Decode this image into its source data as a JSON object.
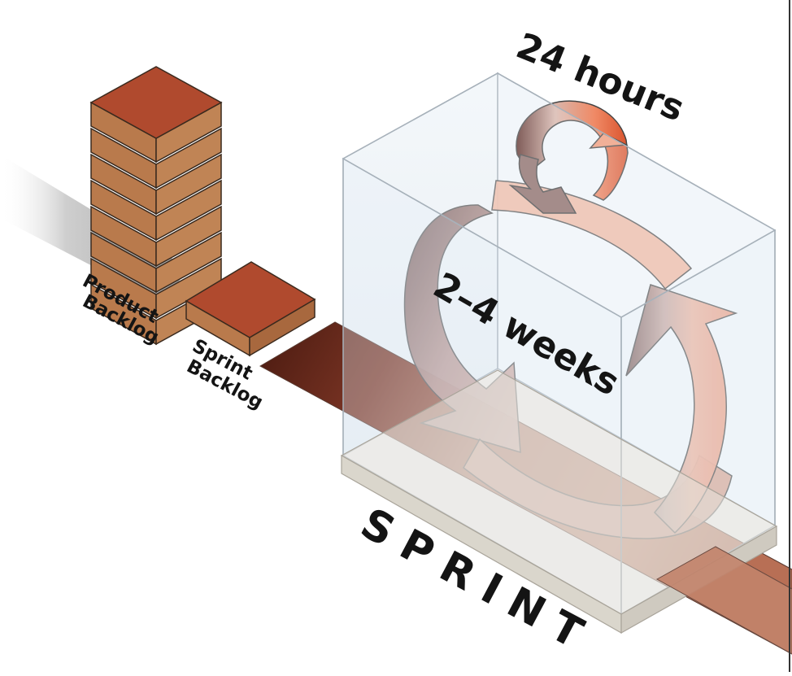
{
  "labels": {
    "product_backlog_line1": "Product",
    "product_backlog_line2": "Backlog",
    "sprint_backlog_line1": "Sprint",
    "sprint_backlog_line2": "Backlog",
    "daily_cycle": "24 hours",
    "sprint_cycle": "2–4 weeks",
    "sprint_letters": [
      "S",
      "P",
      "R",
      "I",
      "N",
      "T"
    ]
  },
  "product_backlog": {
    "layers": 8
  },
  "colors": {
    "brick_top": "#b04a2e",
    "brick_side_left": "#b97a4c",
    "brick_side_right": "#c08455",
    "brick_edge": "#3a2a1e",
    "belt_dark": "#5a2418",
    "belt_light": "#d9a088",
    "cube_fill": "#e8f0f6",
    "cube_edge": "#9aa6b0",
    "base_plate": "#e3e0d8",
    "big_arrow_light": "#efb9a5",
    "big_arrow_dark": "#8a6c6a",
    "small_arrow_orange": "#e8704a",
    "small_arrow_dark": "#6b3a30"
  }
}
